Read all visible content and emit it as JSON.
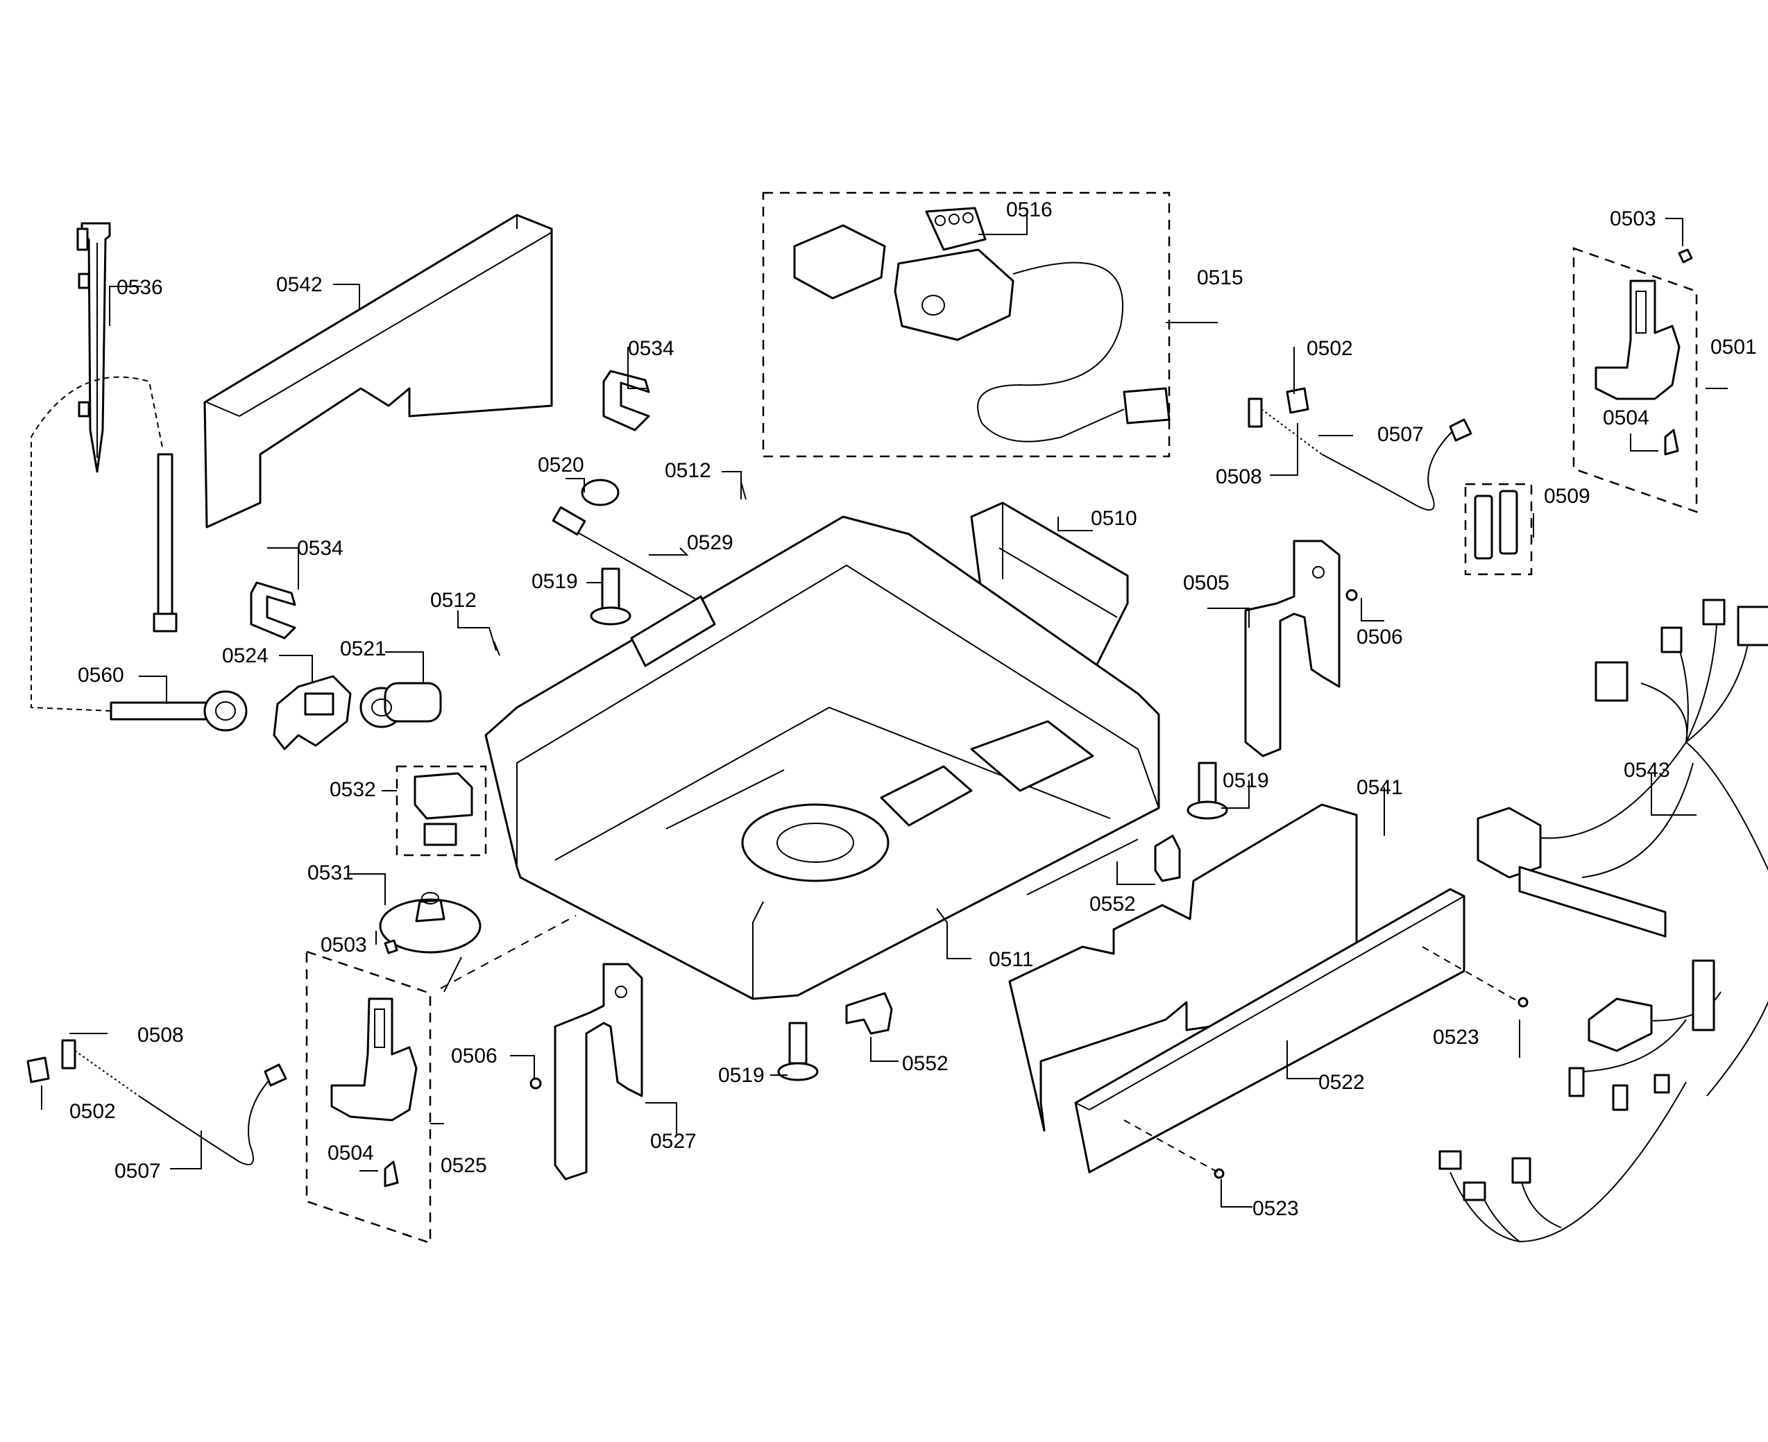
{
  "labels": {
    "l0536": "0536",
    "l0542": "0542",
    "l0534a": "0534",
    "l0516": "0516",
    "l0515": "0515",
    "l0503a": "0503",
    "l0501": "0501",
    "l0504a": "0504",
    "l0502a": "0502",
    "l0507a": "0507",
    "l0508a": "0508",
    "l0509": "0509",
    "l0520": "0520",
    "l0512a": "0512",
    "l0529": "0529",
    "l0510": "0510",
    "l0505": "0505",
    "l0506a": "0506",
    "l0534b": "0534",
    "l0519a": "0519",
    "l0512b": "0512",
    "l0524": "0524",
    "l0521": "0521",
    "l0560": "0560",
    "l0532": "0532",
    "l0531": "0531",
    "l0519b": "0519",
    "l0541": "0541",
    "l0543": "0543",
    "l0552a": "0552",
    "l0511": "0511",
    "l0503b": "0503",
    "l0508b": "0508",
    "l0502b": "0502",
    "l0507b": "0507",
    "l0506b": "0506",
    "l0519c": "0519",
    "l0552b": "0552",
    "l0504b": "0504",
    "l0525": "0525",
    "l0527": "0527",
    "l0523a": "0523",
    "l0522": "0522",
    "l0523b": "0523"
  }
}
